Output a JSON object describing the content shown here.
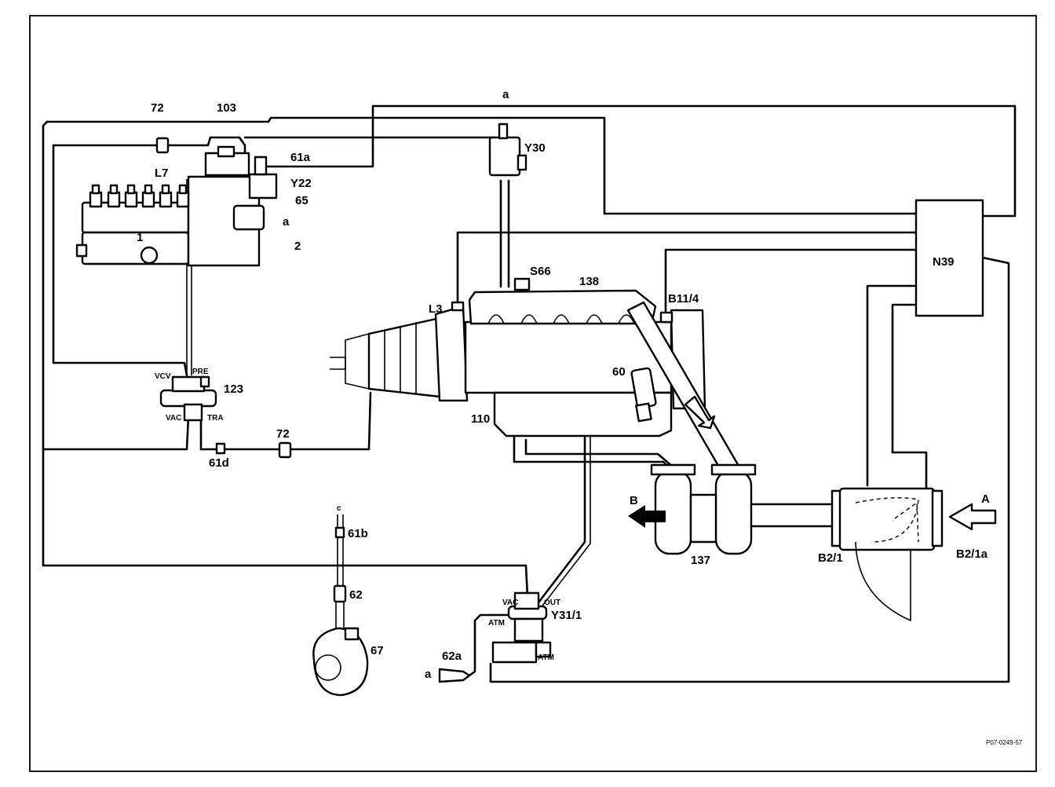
{
  "labels": {
    "l72_top": "72",
    "l103": "103",
    "la_top": "a",
    "ly30": "Y30",
    "l61a": "61a",
    "ll7": "L7",
    "ly22": "Y22",
    "l65": "65",
    "la_pump": "a",
    "l1": "1",
    "l2": "2",
    "ln39": "N39",
    "ls66": "S66",
    "l138": "138",
    "lb114": "B11/4",
    "ll3": "L3",
    "l60": "60",
    "l123": "123",
    "lvcv": "VCV",
    "lpre": "PRE",
    "lvac": "VAC",
    "ltra": "TRA",
    "l110": "110",
    "l72_bot": "72",
    "l61d": "61d",
    "lc": "c",
    "l61b": "61b",
    "lB": "B",
    "lA": "A",
    "l137": "137",
    "lb21": "B2/1",
    "lb21a": "B2/1a",
    "l62": "62",
    "lvac2": "VAC",
    "lout": "OUT",
    "ly311": "Y31/1",
    "latm1": "ATM",
    "latm2": "ATM",
    "l62a": "62a",
    "la_bot": "a",
    "l67": "67",
    "ref": "P07-0249-57"
  }
}
